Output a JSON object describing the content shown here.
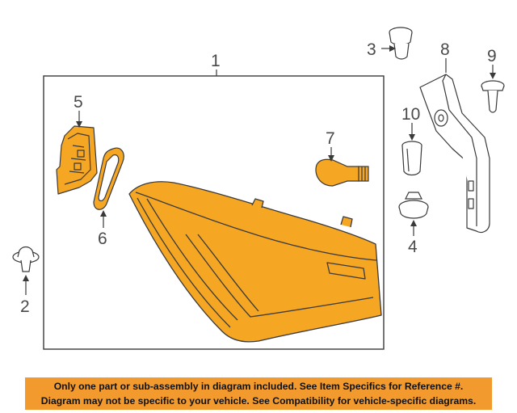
{
  "callouts": {
    "c1": "1",
    "c2": "2",
    "c3": "3",
    "c4": "4",
    "c5": "5",
    "c6": "6",
    "c7": "7",
    "c8": "8",
    "c9": "9",
    "c10": "10"
  },
  "notice": {
    "line1": "Only one part or sub-assembly in diagram included. See Item Specifics for Reference #.",
    "line2": "Diagram may not be specific to your vehicle. See Compatibility for vehicle-specific diagrams."
  },
  "colors": {
    "part_fill": "#f5a623",
    "banner_fill": "#f29a2e",
    "line": "#3a3a3a",
    "callout_text": "#4a4a4a"
  }
}
